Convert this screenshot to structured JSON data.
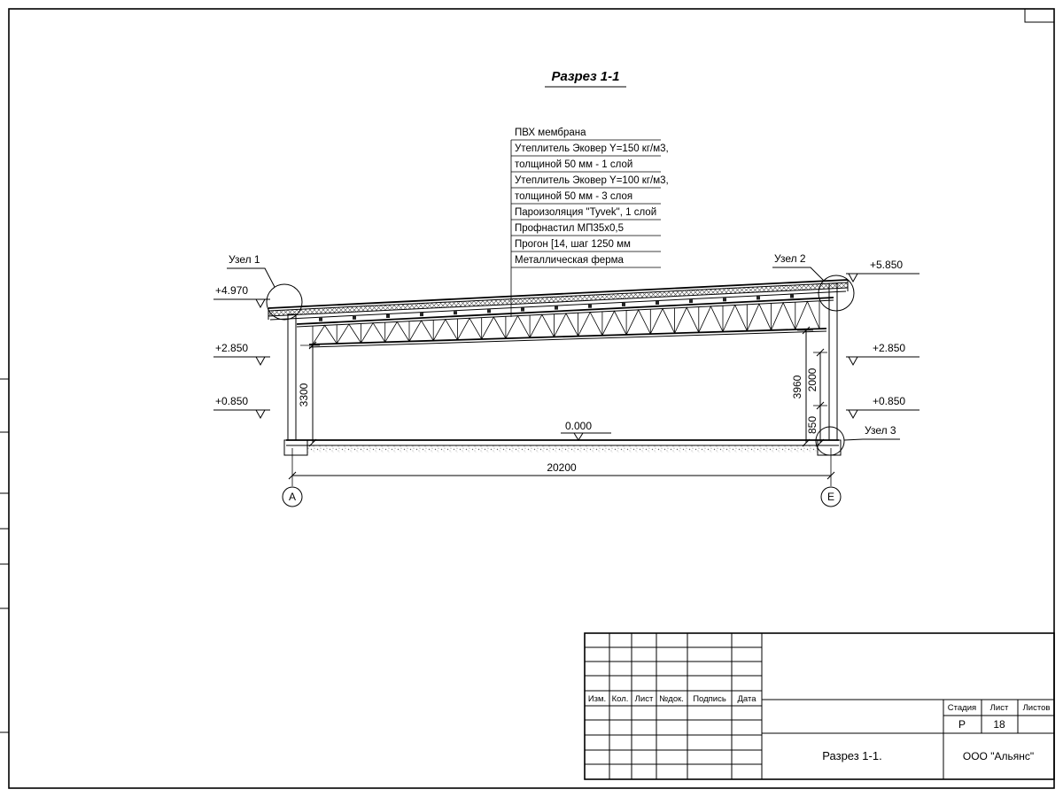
{
  "title": "Разрез 1-1",
  "spec": [
    "ПВХ мембрана",
    "Утеплитель Эковер Y=150 кг/м3,",
    "толщиной 50 мм - 1 слой",
    "Утеплитель Эковер Y=100 кг/м3,",
    "толщиной 50 мм - 3 слоя",
    "Пароизоляция \"Tyvek\", 1 слой",
    "Профнастил МП35х0,5",
    "Прогон [14, шаг 1250 мм",
    "Металлическая ферма"
  ],
  "nodes": {
    "n1": "Узел 1",
    "n2": "Узел 2",
    "n3": "Узел 3"
  },
  "elevations": {
    "left_top": "+4.970",
    "left_mid": "+2.850",
    "left_low": "+0.850",
    "right_top": "+5.850",
    "right_mid": "+2.850",
    "right_low": "+0.850",
    "zero": "0.000"
  },
  "dims": {
    "width": "20200",
    "left_height": "3300",
    "right_height": "3960",
    "upper": "2000",
    "lower": "850"
  },
  "axes": {
    "left": "А",
    "right": "Е"
  },
  "title_block": {
    "cols": [
      "Изм.",
      "Кол.",
      "Лист",
      "№док.",
      "Подпись",
      "Дата"
    ],
    "stage_label": "Стадия",
    "sheet_label": "Лист",
    "sheets_label": "Листов",
    "stage": "Р",
    "sheet": "18",
    "name": "Разрез 1-1.",
    "company": "ООО \"Альянс\""
  }
}
